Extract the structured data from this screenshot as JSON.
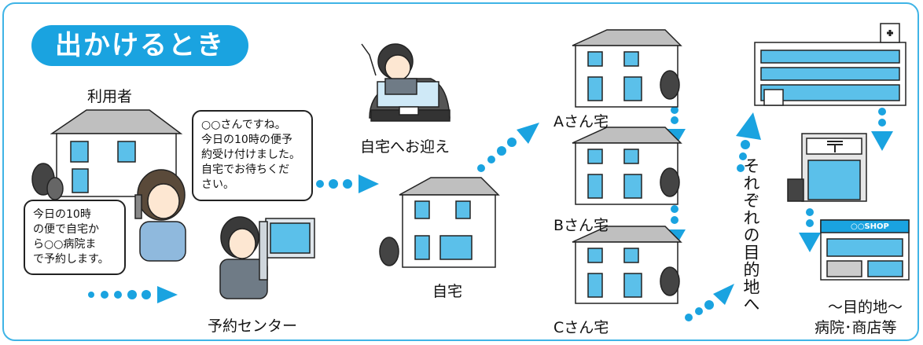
{
  "title": "出かけるとき",
  "labels": {
    "user": "利用者",
    "center": "予約センター",
    "pickup": "自宅へお迎え",
    "home": "自宅",
    "house_a": "Aさん宅",
    "house_b": "Bさん宅",
    "house_c": "Cさん宅",
    "destinations": "それぞれの目的地へ",
    "dest_line1": "～目的地～",
    "dest_line2": "病院･商店等",
    "shop_sign": "○○SHOP"
  },
  "bubbles": {
    "user_lines": [
      "今日の10時",
      "の便で自宅か",
      "ら○○病院ま",
      "で予約します。"
    ],
    "center_lines": [
      "○○さんですね。",
      "今日の10時の便予",
      "約受け付けました。",
      "自宅でお待ちくだ",
      "さい。"
    ]
  },
  "colors": {
    "accent": "#1aa3e0",
    "frame": "#3fb4e6",
    "window": "#5bc0ea"
  }
}
